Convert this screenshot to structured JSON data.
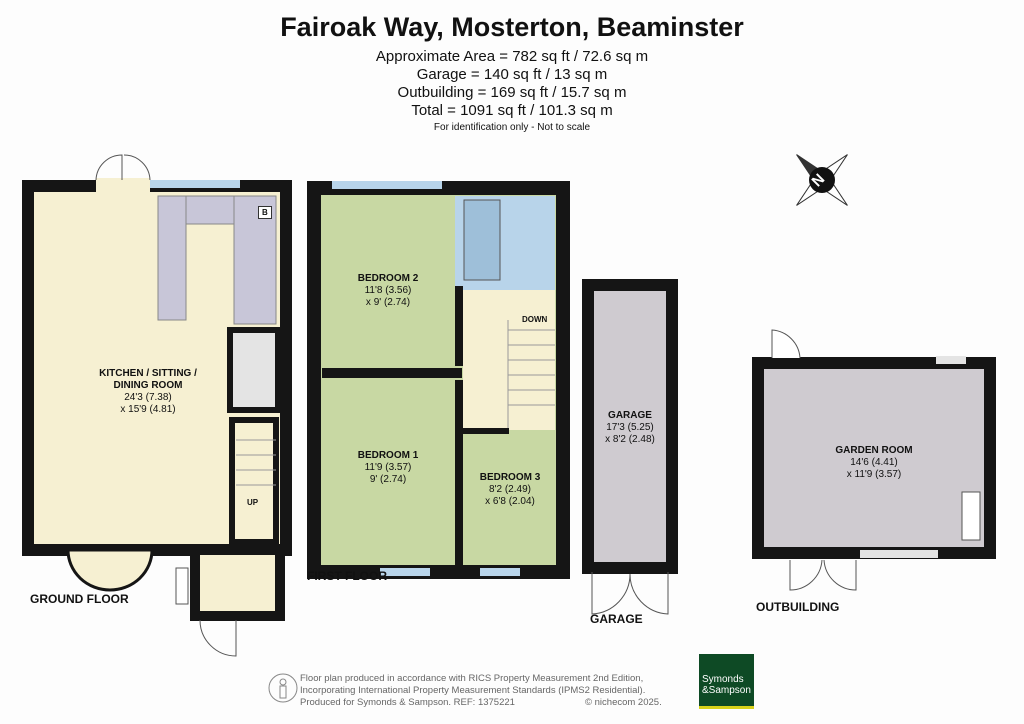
{
  "header": {
    "title": "Fairoak Way, Mosterton, Beaminster",
    "areas": [
      "Approximate Area = 782 sq ft / 72.6 sq m",
      "Garage = 140 sq ft / 13 sq m",
      "Outbuilding = 169 sq ft / 15.7 sq m",
      "Total = 1091 sq ft / 101.3 sq m"
    ],
    "note": "For identification only - Not to scale"
  },
  "compass": {
    "label": "N",
    "icon": "compass-icon"
  },
  "floors": {
    "ground": "GROUND FLOOR",
    "first": "FIRST FLOOR",
    "garage": "GARAGE",
    "outbuilding": "OUTBUILDING"
  },
  "rooms": {
    "kitchen": {
      "name1": "KITCHEN / SITTING /",
      "name2": "DINING ROOM",
      "dim1": "24'3 (7.38)",
      "dim2": "x 15'9 (4.81)"
    },
    "bedroom2": {
      "name": "BEDROOM 2",
      "dim1": "11'8 (3.56)",
      "dim2": "x 9' (2.74)"
    },
    "bedroom1": {
      "name": "BEDROOM 1",
      "dim1": "11'9 (3.57)",
      "dim2": "9' (2.74)"
    },
    "bedroom3": {
      "name": "BEDROOM 3",
      "dim1": "8'2 (2.49)",
      "dim2": "x 6'8 (2.04)"
    },
    "garage": {
      "name": "GARAGE",
      "dim1": "17'3 (5.25)",
      "dim2": "x 8'2 (2.48)"
    },
    "garden_room": {
      "name": "GARDEN ROOM",
      "dim1": "14'6 (4.41)",
      "dim2": "x 11'9 (3.57)"
    }
  },
  "labels": {
    "up": "UP",
    "down": "DOWN",
    "boiler": "B"
  },
  "colors": {
    "ground": "#f6f0d2",
    "first": "#c8d8a3",
    "bathroom": "#b8d4ea",
    "landing": "#f6f0d2",
    "garage": "#cfcbd0",
    "walls": "#151515"
  },
  "footer": {
    "lines": [
      "Floor plan produced in accordance with RICS Property Measurement 2nd Edition,",
      "Incorporating International Property Measurement Standards (IPMS2 Residential).",
      "Produced for Symonds & Sampson.   REF:  1375221"
    ],
    "copyright": "© nichecom 2025.",
    "logo": [
      "Symonds",
      "&Sampson"
    ]
  }
}
